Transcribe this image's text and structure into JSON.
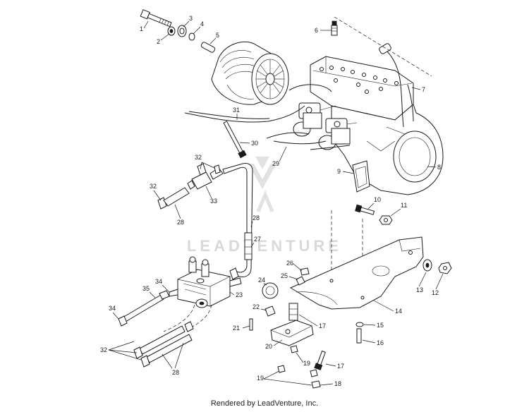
{
  "footer": "Rendered by LeadVenture, Inc.",
  "watermark": "LEADVENTURE",
  "callouts": [
    "1",
    "2",
    "3",
    "4",
    "5",
    "6",
    "7",
    "8",
    "9",
    "10",
    "11",
    "12",
    "13",
    "14",
    "15",
    "16",
    "17",
    "17",
    "18",
    "19",
    "19",
    "20",
    "21",
    "22",
    "23",
    "24",
    "25",
    "26",
    "27",
    "28",
    "28",
    "28",
    "29",
    "30",
    "31",
    "32",
    "32",
    "32",
    "33",
    "34",
    "34",
    "35"
  ]
}
